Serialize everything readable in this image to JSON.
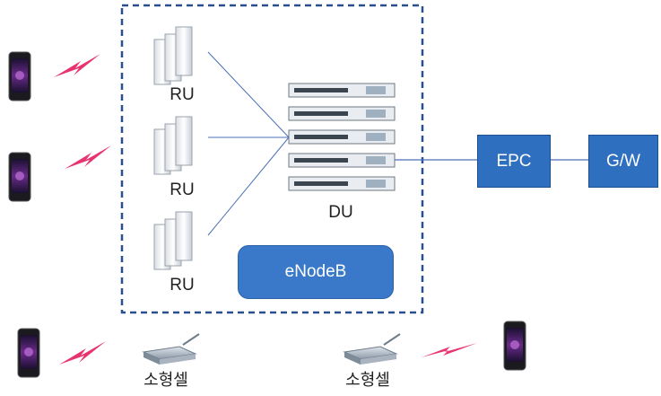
{
  "labels": {
    "ru": [
      "RU",
      "RU",
      "RU"
    ],
    "du": "DU",
    "enodeb": "eNodeB",
    "epc": "EPC",
    "gw": "G/W",
    "small_cell": [
      "소형셀",
      "소형셀"
    ]
  },
  "colors": {
    "boundary": "#2a4f8f",
    "box_fill": "#2f6fbf",
    "link_line": "#4a6fb8",
    "radio_signal": "#e8336f"
  },
  "icons": {
    "phones": [
      "smartphone-icon",
      "smartphone-icon",
      "smartphone-icon",
      "smartphone-icon"
    ],
    "radio_units": [
      "radio-unit-icon",
      "radio-unit-icon",
      "radio-unit-icon"
    ],
    "digital_unit": "server-rack-icon",
    "small_cells": [
      "wifi-router-icon",
      "wifi-router-icon"
    ],
    "signals": [
      "lightning-signal-icon",
      "lightning-signal-icon",
      "lightning-signal-icon",
      "lightning-signal-icon"
    ]
  }
}
